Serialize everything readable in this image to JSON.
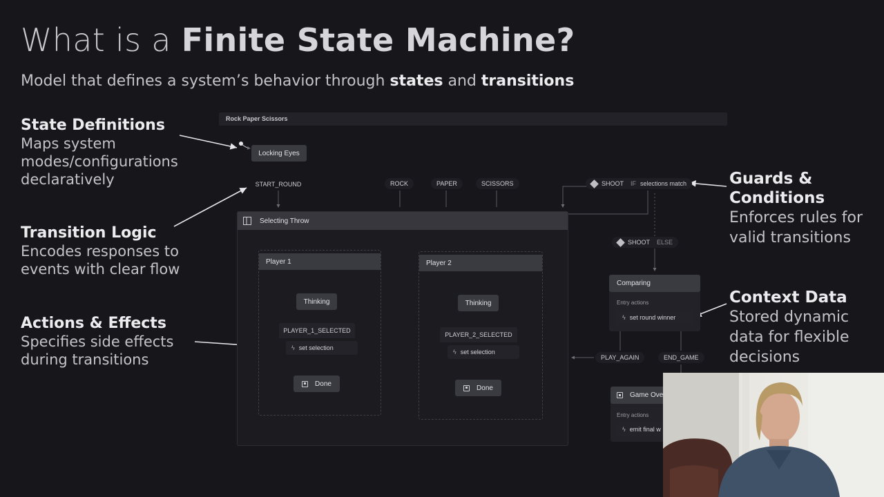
{
  "slide": {
    "title_prefix": "What is a",
    "title_bold": "Finite State Machine?",
    "subtitle_start": "Model that defines a system’s behavior through",
    "subtitle_b1": "states",
    "subtitle_and": "and",
    "subtitle_b2": "transitions"
  },
  "annotations": {
    "state_definitions": {
      "heading": "State Definitions",
      "lines": [
        "Maps system",
        "modes/configurations",
        "declaratively"
      ]
    },
    "transition_logic": {
      "heading": "Transition Logic",
      "lines": [
        "Encodes responses to",
        "events with clear flow"
      ]
    },
    "actions_effects": {
      "heading": "Actions & Effects",
      "lines": [
        "Specifies side effects",
        "during transitions"
      ]
    },
    "guards_conditions": {
      "heading_lines": [
        "Guards &",
        "Conditions"
      ],
      "lines": [
        "Enforces rules for",
        "valid transitions"
      ]
    },
    "context_data": {
      "heading": "Context Data",
      "lines": [
        "Stored dynamic",
        "data for flexible",
        "decisions"
      ]
    }
  },
  "diagram": {
    "machine_name": "Rock Paper Scissors",
    "states": {
      "locking_eyes": "Locking Eyes",
      "selecting_throw": "Selecting Throw",
      "player1": "Player 1",
      "player2": "Player 2",
      "thinking": "Thinking",
      "done": "Done",
      "comparing": "Comparing",
      "game_over": "Game Ove"
    },
    "events": {
      "start_round": "START_ROUND",
      "rock": "ROCK",
      "paper": "PAPER",
      "scissors": "SCISSORS",
      "shoot": "SHOOT",
      "if_label": "IF",
      "guard": "selections match",
      "else_label": "ELSE",
      "player1_selected": "PLAYER_1_SELECTED",
      "player2_selected": "PLAYER_2_SELECTED",
      "play_again": "PLAY_AGAIN",
      "end_game": "END_GAME"
    },
    "actions": {
      "entry_actions": "Entry actions",
      "set_selection": "set selection",
      "set_round_winner": "set round winner",
      "emit_final_winner": "emit final w"
    }
  },
  "webcam": {
    "label": "presenter video"
  }
}
